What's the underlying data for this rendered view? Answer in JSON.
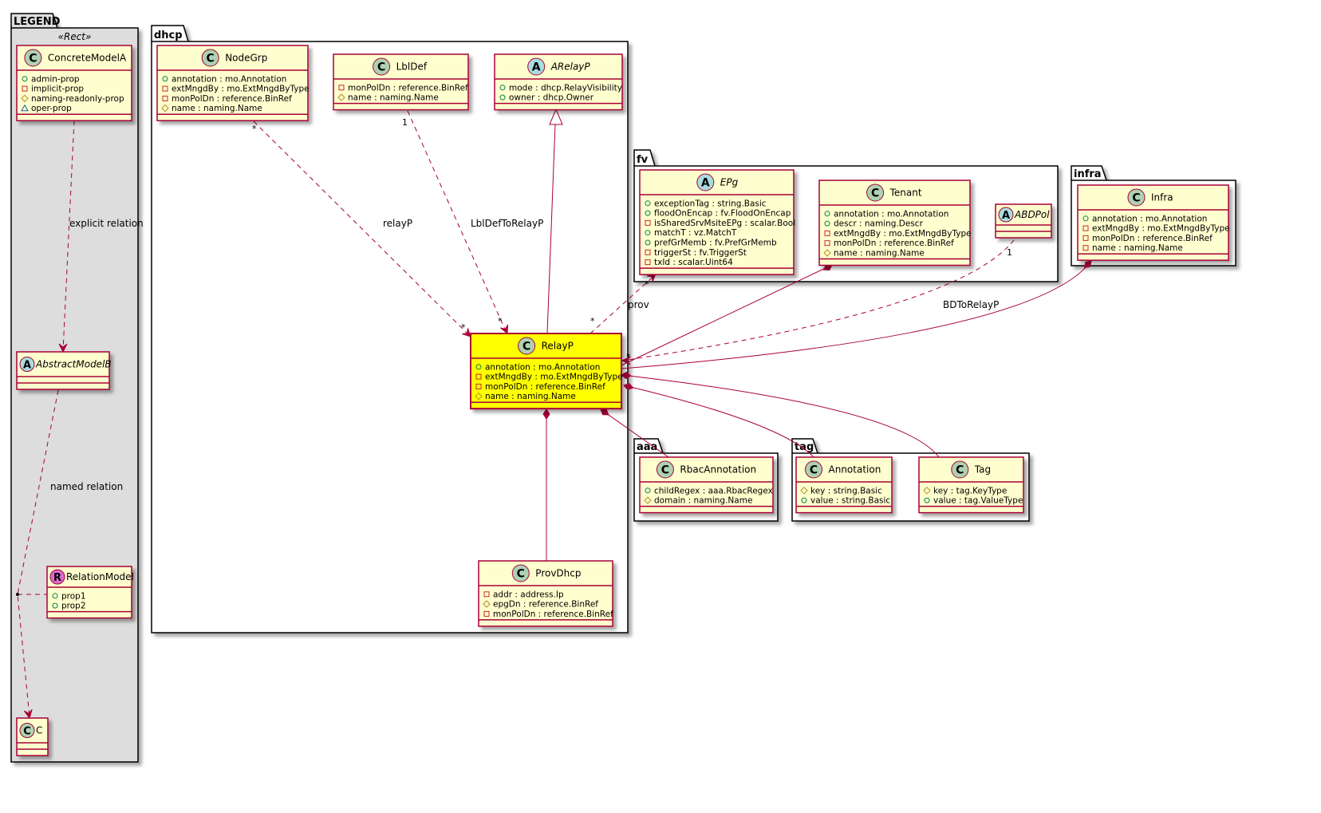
{
  "colors": {
    "class_fill": "#FEFECE",
    "class_border": "#A80036",
    "highlight_fill": "#FFFF00",
    "legend_bg": "#DDDDDD",
    "edge": "#A80036",
    "circle_c": "#ADD1B2",
    "circle_a": "#A9DCDF",
    "circle_r": "#DC6BCF"
  },
  "packages": [
    {
      "id": "legend",
      "name": "LEGEND",
      "stereotype": "«Rect»"
    },
    {
      "id": "dhcp",
      "name": "dhcp"
    },
    {
      "id": "fv",
      "name": "fv"
    },
    {
      "id": "infra",
      "name": "infra"
    },
    {
      "id": "aaa",
      "name": "aaa"
    },
    {
      "id": "tag",
      "name": "tag"
    }
  ],
  "classes": [
    {
      "id": "ConcreteModelA",
      "name": "ConcreteModelA",
      "kind": "C",
      "attrs": [
        [
          "public",
          "admin-prop"
        ],
        [
          "private",
          "implicit-prop"
        ],
        [
          "protected",
          "naming-readonly-prop"
        ],
        [
          "package",
          "oper-prop"
        ]
      ]
    },
    {
      "id": "AbstractModelB",
      "name": "AbstractModelB",
      "kind": "A",
      "attrs": []
    },
    {
      "id": "RelationModel",
      "name": "RelationModel",
      "kind": "R",
      "attrs": [
        [
          "public",
          "prop1"
        ],
        [
          "public",
          "prop2"
        ]
      ]
    },
    {
      "id": "C",
      "name": "C",
      "kind": "C",
      "attrs": []
    },
    {
      "id": "NodeGrp",
      "name": "NodeGrp",
      "kind": "C",
      "attrs": [
        [
          "public",
          "annotation : mo.Annotation"
        ],
        [
          "private",
          "extMngdBy : mo.ExtMngdByType"
        ],
        [
          "private",
          "monPolDn : reference.BinRef"
        ],
        [
          "protected",
          "name : naming.Name"
        ]
      ]
    },
    {
      "id": "LblDef",
      "name": "LblDef",
      "kind": "C",
      "attrs": [
        [
          "private",
          "monPolDn : reference.BinRef"
        ],
        [
          "protected",
          "name : naming.Name"
        ]
      ]
    },
    {
      "id": "ARelayP",
      "name": "ARelayP",
      "kind": "A",
      "attrs": [
        [
          "public",
          "mode : dhcp.RelayVisibility"
        ],
        [
          "public",
          "owner : dhcp.Owner"
        ]
      ]
    },
    {
      "id": "RelayP",
      "name": "RelayP",
      "kind": "C",
      "highlight": true,
      "attrs": [
        [
          "public",
          "annotation : mo.Annotation"
        ],
        [
          "private",
          "extMngdBy : mo.ExtMngdByType"
        ],
        [
          "private",
          "monPolDn : reference.BinRef"
        ],
        [
          "protected",
          "name : naming.Name"
        ]
      ]
    },
    {
      "id": "ProvDhcp",
      "name": "ProvDhcp",
      "kind": "C",
      "attrs": [
        [
          "private",
          "addr : address.Ip"
        ],
        [
          "protected",
          "epgDn : reference.BinRef"
        ],
        [
          "private",
          "monPolDn : reference.BinRef"
        ]
      ]
    },
    {
      "id": "EPg",
      "name": "EPg",
      "kind": "A",
      "attrs": [
        [
          "public",
          "exceptionTag : string.Basic"
        ],
        [
          "public",
          "floodOnEncap : fv.FloodOnEncap"
        ],
        [
          "private",
          "isSharedSrvMsiteEPg : scalar.Bool"
        ],
        [
          "public",
          "matchT : vz.MatchT"
        ],
        [
          "public",
          "prefGrMemb : fv.PrefGrMemb"
        ],
        [
          "private",
          "triggerSt : fv.TriggerSt"
        ],
        [
          "private",
          "txId : scalar.Uint64"
        ]
      ]
    },
    {
      "id": "Tenant",
      "name": "Tenant",
      "kind": "C",
      "attrs": [
        [
          "public",
          "annotation : mo.Annotation"
        ],
        [
          "public",
          "descr : naming.Descr"
        ],
        [
          "private",
          "extMngdBy : mo.ExtMngdByType"
        ],
        [
          "private",
          "monPolDn : reference.BinRef"
        ],
        [
          "protected",
          "name : naming.Name"
        ]
      ]
    },
    {
      "id": "ABDPol",
      "name": "ABDPol",
      "kind": "A",
      "attrs": []
    },
    {
      "id": "Infra",
      "name": "Infra",
      "kind": "C",
      "attrs": [
        [
          "public",
          "annotation : mo.Annotation"
        ],
        [
          "private",
          "extMngdBy : mo.ExtMngdByType"
        ],
        [
          "private",
          "monPolDn : reference.BinRef"
        ],
        [
          "private",
          "name : naming.Name"
        ]
      ]
    },
    {
      "id": "RbacAnnotation",
      "name": "RbacAnnotation",
      "kind": "C",
      "attrs": [
        [
          "public",
          "childRegex : aaa.RbacRegex"
        ],
        [
          "protected",
          "domain : naming.Name"
        ]
      ]
    },
    {
      "id": "Annotation",
      "name": "Annotation",
      "kind": "C",
      "attrs": [
        [
          "protected",
          "key : string.Basic"
        ],
        [
          "public",
          "value : string.Basic"
        ]
      ]
    },
    {
      "id": "Tag",
      "name": "Tag",
      "kind": "C",
      "attrs": [
        [
          "protected",
          "key : tag.KeyType"
        ],
        [
          "public",
          "value : tag.ValueType"
        ]
      ]
    }
  ],
  "edges": [
    {
      "id": "e1",
      "from": "ConcreteModelA",
      "to": "AbstractModelB",
      "type": "dependency",
      "label": "explicit relation"
    },
    {
      "id": "e2",
      "from": "AbstractModelB",
      "to": "C",
      "type": "dependency",
      "label": "named relation",
      "via": "RelationModel"
    },
    {
      "id": "e3",
      "from": "NodeGrp",
      "to": "RelayP",
      "type": "dependency",
      "label": "relayP",
      "from_mult": "*",
      "to_mult": "*"
    },
    {
      "id": "e4",
      "from": "LblDef",
      "to": "RelayP",
      "type": "dependency",
      "label": "LblDefToRelayP",
      "from_mult": "1",
      "to_mult": "*"
    },
    {
      "id": "e5",
      "from": "RelayP",
      "to": "ARelayP",
      "type": "generalization"
    },
    {
      "id": "e6",
      "from": "RelayP",
      "to": "EPg",
      "type": "dependency",
      "label": "prov",
      "from_mult": "*",
      "to_mult": "*"
    },
    {
      "id": "e7",
      "from": "Tenant",
      "to": "RelayP",
      "type": "composition"
    },
    {
      "id": "e8",
      "from": "ABDPol",
      "to": "RelayP",
      "type": "dependency",
      "label": "BDToRelayP",
      "from_mult": "1",
      "to_mult": "*"
    },
    {
      "id": "e9",
      "from": "Infra",
      "to": "RelayP",
      "type": "composition"
    },
    {
      "id": "e10",
      "from": "RelayP",
      "to": "Tag",
      "type": "composition"
    },
    {
      "id": "e11",
      "from": "RelayP",
      "to": "Annotation",
      "type": "composition"
    },
    {
      "id": "e12",
      "from": "RelayP",
      "to": "RbacAnnotation",
      "type": "composition"
    },
    {
      "id": "e13",
      "from": "RelayP",
      "to": "ProvDhcp",
      "type": "composition"
    }
  ]
}
